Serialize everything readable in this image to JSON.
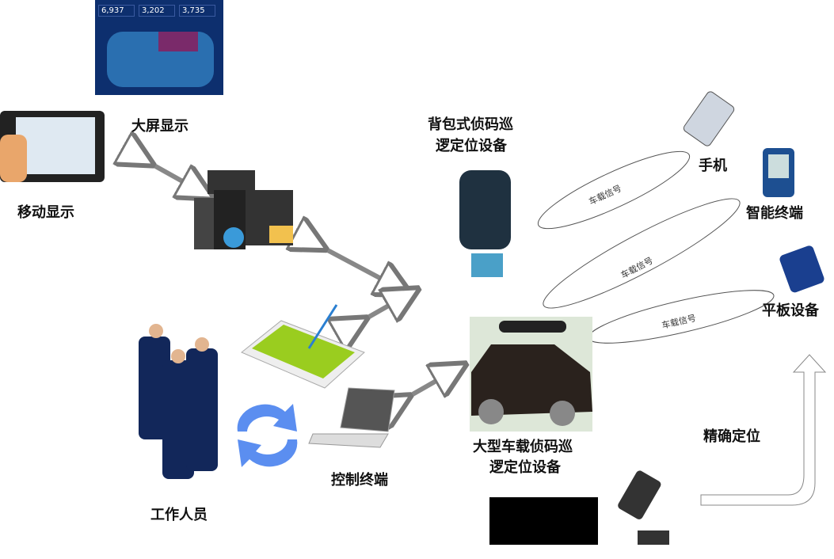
{
  "labels": {
    "big_screen": "大屏显示",
    "mobile_display": "移动显示",
    "backpack": "背包式侦码巡\n逻定位设备",
    "backpack_l1": "背包式侦码巡",
    "backpack_l2": "逻定位设备",
    "phone": "手机",
    "smart_terminal": "智能终端",
    "tablet_device": "平板设备",
    "vehicle_l1": "大型车载侦码巡",
    "vehicle_l2": "逻定位设备",
    "control_terminal": "控制终端",
    "staff": "工作人员",
    "precise_location": "精确定位"
  },
  "signals": [
    "车载信号",
    "车载信号",
    "车载信号"
  ],
  "dashboard": {
    "stats": [
      "6,937",
      "3,202",
      "3,735"
    ]
  },
  "colors": {
    "accent": "#1a3f8f",
    "map": "#0d2f6e",
    "refresh": "#5b8ef0"
  }
}
